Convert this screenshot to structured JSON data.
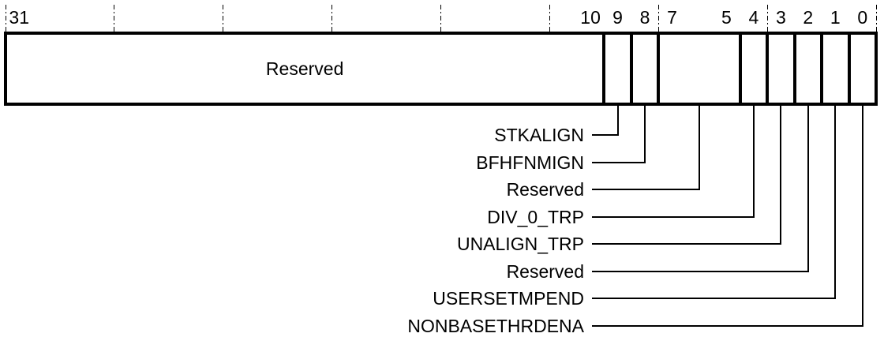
{
  "figure": {
    "type": "register-bitfield",
    "register_width_bits": 32,
    "colors": {
      "line": "#000000",
      "background": "#ffffff",
      "text": "#000000"
    },
    "bit_labels": [
      {
        "text": "31",
        "bit": 31
      },
      {
        "text": "10",
        "bit": 10
      },
      {
        "text": "9",
        "bit": 9
      },
      {
        "text": "8",
        "bit": 8
      },
      {
        "text": "7",
        "bit": 7
      },
      {
        "text": "5",
        "bit": 5
      },
      {
        "text": "4",
        "bit": 4
      },
      {
        "text": "3",
        "bit": 3
      },
      {
        "text": "2",
        "bit": 2
      },
      {
        "text": "1",
        "bit": 1
      },
      {
        "text": "0",
        "bit": 0
      }
    ],
    "fields": [
      {
        "msb": 31,
        "lsb": 10,
        "cell_label": "Reserved"
      },
      {
        "msb": 9,
        "lsb": 9,
        "callout_label": "STKALIGN"
      },
      {
        "msb": 8,
        "lsb": 8,
        "callout_label": "BFHFNMIGN"
      },
      {
        "msb": 7,
        "lsb": 5,
        "callout_label": "Reserved"
      },
      {
        "msb": 4,
        "lsb": 4,
        "callout_label": "DIV_0_TRP"
      },
      {
        "msb": 3,
        "lsb": 3,
        "callout_label": "UNALIGN_TRP"
      },
      {
        "msb": 2,
        "lsb": 2,
        "callout_label": "Reserved"
      },
      {
        "msb": 1,
        "lsb": 1,
        "callout_label": "USERSETMPEND"
      },
      {
        "msb": 0,
        "lsb": 0,
        "callout_label": "NONBASETHRDENA"
      }
    ]
  }
}
